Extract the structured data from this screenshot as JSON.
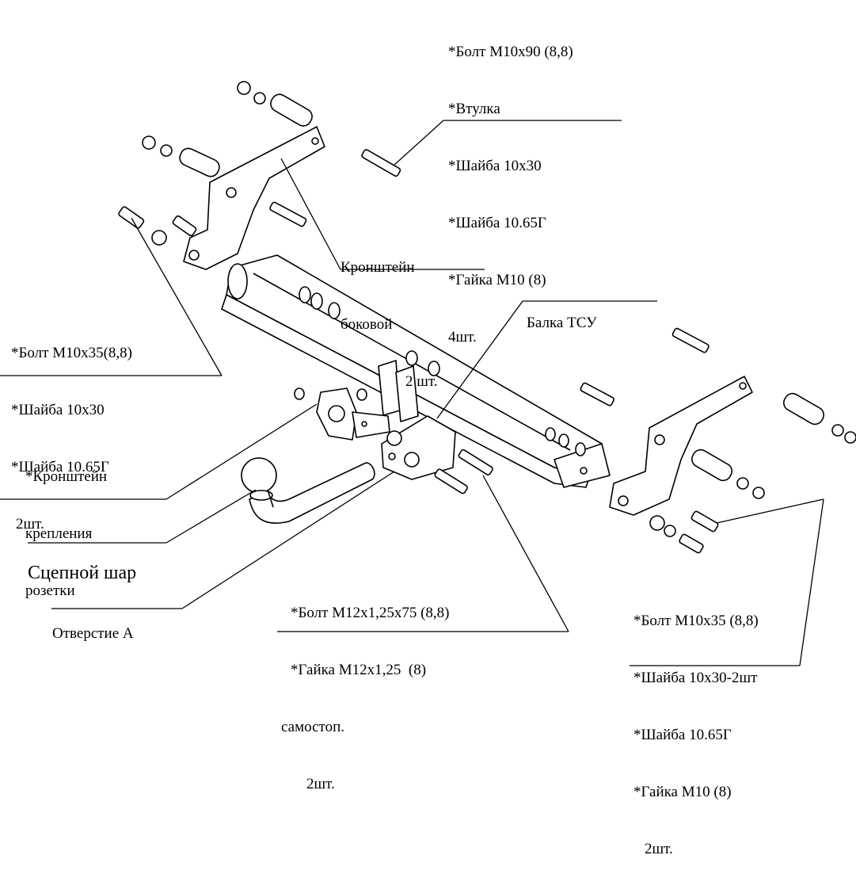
{
  "labels": {
    "bolt_top": [
      "*Болт М10х90 (8,8)",
      "*Втулка",
      "*Шайба 10х30",
      "*Шайба 10.65Г",
      "*Гайка М10 (8)",
      "4шт."
    ],
    "side_bracket": [
      "Кронштейн",
      "боковой",
      "2 шт."
    ],
    "beam": "Балка ТСУ",
    "bolt_left": [
      "*Болт М10х35(8,8)",
      "*Шайба 10х30",
      "*Шайба 10.65Г",
      "2шт."
    ],
    "socket_bracket": [
      "*Кронштейн",
      "крепления",
      "розетки"
    ],
    "tow_ball": "Сцепной шар",
    "hole_a": "Отверстие А",
    "bolt_m12": [
      "*Болт М12х1,25х75 (8,8)",
      "*Гайка М12х1,25  (8)",
      "самостоп.",
      "2шт."
    ],
    "bolt_right": [
      "*Болт М10х35 (8,8)",
      "*Шайба 10х30-2шт",
      "*Шайба 10.65Г",
      "*Гайка М10 (8)",
      "2шт."
    ]
  },
  "colors": {
    "line": "#000000",
    "part_fill": "#ffffff",
    "background": "#ffffff"
  }
}
